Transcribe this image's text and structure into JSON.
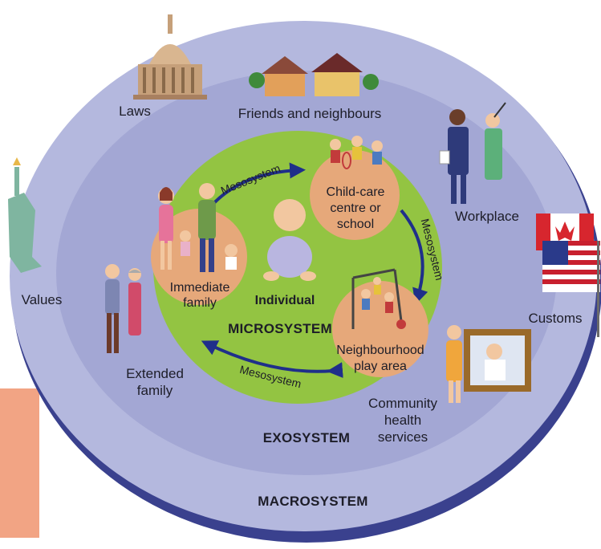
{
  "systems": {
    "macro": "MACROSYSTEM",
    "exo": "EXOSYSTEM",
    "micro": "MICROSYSTEM",
    "center": "Individual"
  },
  "mesosystem_label": "Mesosystem",
  "micro_nodes": {
    "childcare": [
      "Child-care",
      "centre or",
      "school"
    ],
    "family": [
      "Immediate",
      "family"
    ],
    "play": [
      "Neighbourhood",
      "play area"
    ]
  },
  "exo_labels": {
    "friends": "Friends and neighbours",
    "workplace": "Workplace",
    "extended": [
      "Extended",
      "family"
    ],
    "health": [
      "Community",
      "health",
      "services"
    ]
  },
  "macro_labels": {
    "laws": "Laws",
    "values": "Values",
    "customs": "Customs"
  },
  "icons": [
    "capitol-icon",
    "houses-icon",
    "statue-of-liberty-icon",
    "flag-canada-icon",
    "flag-usa-icon",
    "tv-icon",
    "people-icon"
  ],
  "colors": {
    "macro": "#b4b8de",
    "exo": "#a4a8d6",
    "micro": "#93c442",
    "node": "#e6a87a",
    "arrow": "#1f2f8a",
    "accent": "#f2a484"
  }
}
